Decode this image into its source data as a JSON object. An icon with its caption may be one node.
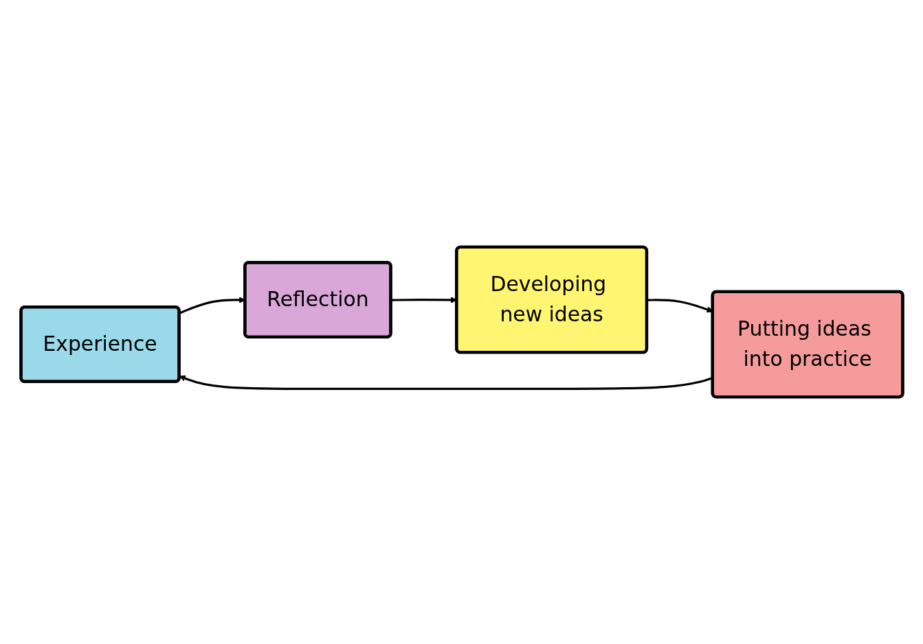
{
  "diagram": {
    "nodes": [
      {
        "text": [
          "Experience"
        ]
      },
      {
        "text": [
          "Reflection"
        ]
      },
      {
        "text": [
          "Developing new ideas"
        ]
      },
      {
        "text": [
          "Putting ideas into practice"
        ]
      }
    ],
    "edges": [
      {
        "from": 0,
        "to": 1,
        "arrow": "to"
      },
      {
        "from": 1,
        "to": 2,
        "arrow": "to"
      },
      {
        "from": 2,
        "to": 3,
        "arrow": "to"
      },
      {
        "from": 3,
        "to": 0,
        "arrow": "to"
      }
    ]
  }
}
